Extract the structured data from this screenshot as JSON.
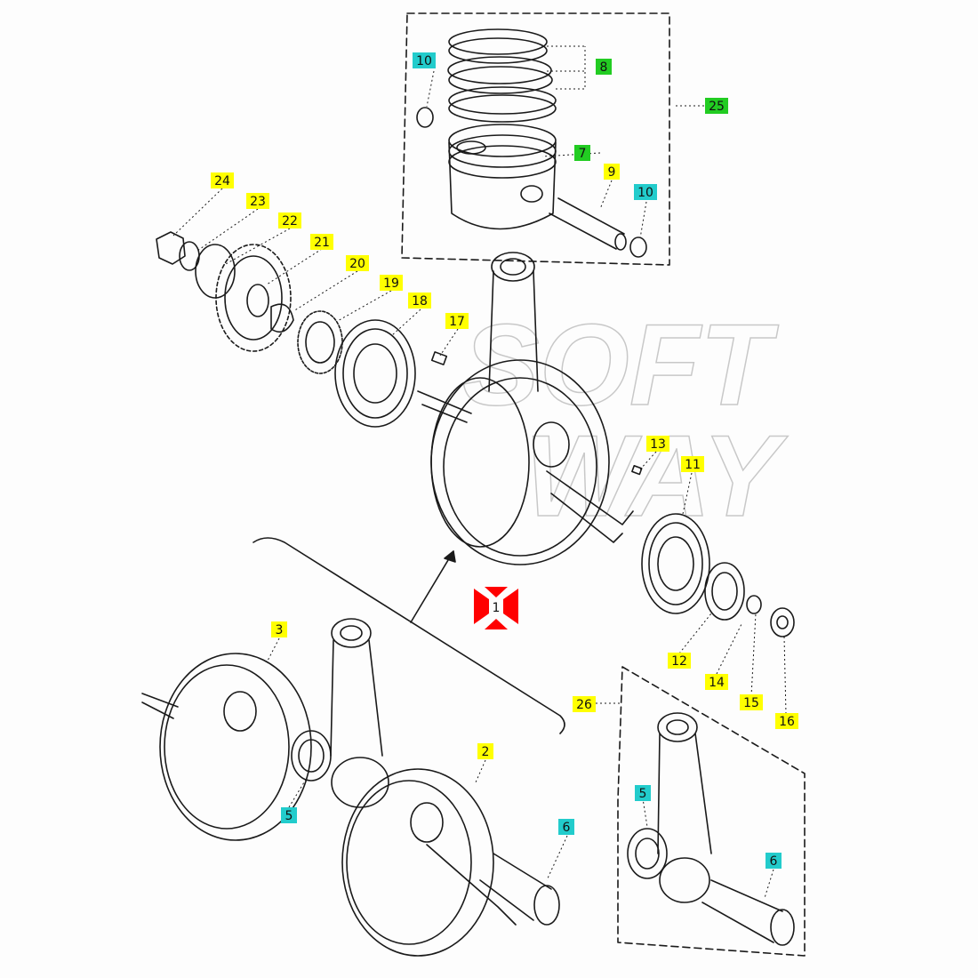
{
  "diagram": {
    "type": "exploded-parts-diagram",
    "colors": {
      "line": "#1a1a1a",
      "tag_yellow": "#ffff00",
      "tag_green": "#22cc22",
      "tag_cyan": "#22cccc",
      "tag_red": "#ff0000",
      "watermark": "#c8c8c8"
    },
    "callouts": [
      {
        "id": "c1",
        "label": "1",
        "color": "red"
      },
      {
        "id": "c2",
        "label": "2",
        "color": "yellow"
      },
      {
        "id": "c3",
        "label": "3",
        "color": "yellow"
      },
      {
        "id": "c5a",
        "label": "5",
        "color": "cyan"
      },
      {
        "id": "c5b",
        "label": "5",
        "color": "cyan"
      },
      {
        "id": "c6a",
        "label": "6",
        "color": "cyan"
      },
      {
        "id": "c6b",
        "label": "6",
        "color": "cyan"
      },
      {
        "id": "c7",
        "label": "7",
        "color": "green"
      },
      {
        "id": "c8",
        "label": "8",
        "color": "green"
      },
      {
        "id": "c9",
        "label": "9",
        "color": "yellow"
      },
      {
        "id": "c10a",
        "label": "10",
        "color": "cyan"
      },
      {
        "id": "c10b",
        "label": "10",
        "color": "cyan"
      },
      {
        "id": "c11",
        "label": "11",
        "color": "yellow"
      },
      {
        "id": "c12",
        "label": "12",
        "color": "yellow"
      },
      {
        "id": "c13",
        "label": "13",
        "color": "yellow"
      },
      {
        "id": "c14",
        "label": "14",
        "color": "yellow"
      },
      {
        "id": "c15",
        "label": "15",
        "color": "yellow"
      },
      {
        "id": "c16",
        "label": "16",
        "color": "yellow"
      },
      {
        "id": "c17",
        "label": "17",
        "color": "yellow"
      },
      {
        "id": "c18",
        "label": "18",
        "color": "yellow"
      },
      {
        "id": "c19",
        "label": "19",
        "color": "yellow"
      },
      {
        "id": "c20",
        "label": "20",
        "color": "yellow"
      },
      {
        "id": "c21",
        "label": "21",
        "color": "yellow"
      },
      {
        "id": "c22",
        "label": "22",
        "color": "yellow"
      },
      {
        "id": "c23",
        "label": "23",
        "color": "yellow"
      },
      {
        "id": "c24",
        "label": "24",
        "color": "yellow"
      },
      {
        "id": "c25",
        "label": "25",
        "color": "green"
      },
      {
        "id": "c26",
        "label": "26",
        "color": "yellow"
      }
    ],
    "watermark": {
      "line1": "SOFT",
      "line2": "WAY"
    }
  }
}
